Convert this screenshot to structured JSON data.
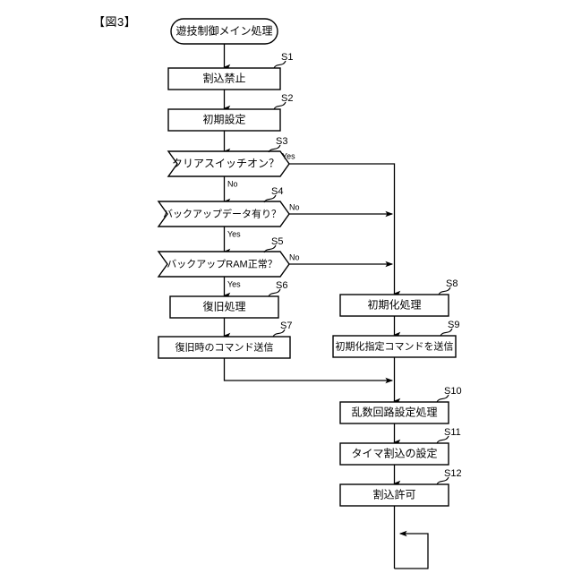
{
  "figure": {
    "label": "【図3】"
  },
  "flowchart": {
    "title": "遊技制御メイン処理",
    "terminal": {
      "text": "遊技制御メイン処理",
      "shape": "rounded-terminal"
    },
    "branch_labels": {
      "yes": "Yes",
      "no": "No"
    },
    "nodes": [
      {
        "id": "S1",
        "step": "S1",
        "text": "割込禁止",
        "shape": "process"
      },
      {
        "id": "S2",
        "step": "S2",
        "text": "初期設定",
        "shape": "process"
      },
      {
        "id": "S3",
        "step": "S3",
        "text": "クリアスイッチオン？",
        "shape": "decision"
      },
      {
        "id": "S4",
        "step": "S4",
        "text": "バックアップデータ有り？",
        "shape": "decision"
      },
      {
        "id": "S5",
        "step": "S5",
        "text": "バックアップRAM正常？",
        "shape": "decision"
      },
      {
        "id": "S6",
        "step": "S6",
        "text": "復旧処理",
        "shape": "process"
      },
      {
        "id": "S7",
        "step": "S7",
        "text": "復旧時のコマンド送信",
        "shape": "process"
      },
      {
        "id": "S8",
        "step": "S8",
        "text": "初期化処理",
        "shape": "process"
      },
      {
        "id": "S9",
        "step": "S9",
        "text": "初期化指定コマンドを送信",
        "shape": "process"
      },
      {
        "id": "S10",
        "step": "S10",
        "text": "乱数回路設定処理",
        "shape": "process"
      },
      {
        "id": "S11",
        "step": "S11",
        "text": "タイマ割込の設定",
        "shape": "process"
      },
      {
        "id": "S12",
        "step": "S12",
        "text": "割込許可",
        "shape": "process"
      }
    ],
    "edges": [
      {
        "from": "terminal",
        "to": "S1",
        "label": ""
      },
      {
        "from": "S1",
        "to": "S2",
        "label": ""
      },
      {
        "from": "S2",
        "to": "S3",
        "label": ""
      },
      {
        "from": "S3",
        "to": "S4",
        "label": "No"
      },
      {
        "from": "S3",
        "to": "S8",
        "label": "Yes"
      },
      {
        "from": "S4",
        "to": "S5",
        "label": "Yes"
      },
      {
        "from": "S4",
        "to": "S8",
        "label": "No"
      },
      {
        "from": "S5",
        "to": "S6",
        "label": "Yes"
      },
      {
        "from": "S5",
        "to": "S8",
        "label": "No"
      },
      {
        "from": "S6",
        "to": "S7",
        "label": ""
      },
      {
        "from": "S7",
        "to": "S10",
        "label": ""
      },
      {
        "from": "S8",
        "to": "S9",
        "label": ""
      },
      {
        "from": "S9",
        "to": "S10",
        "label": ""
      },
      {
        "from": "S10",
        "to": "S11",
        "label": ""
      },
      {
        "from": "S11",
        "to": "S12",
        "label": ""
      },
      {
        "from": "S12",
        "to": "loop",
        "label": ""
      }
    ]
  },
  "colors": {
    "background": "#ffffff",
    "stroke": "#000000",
    "text": "#000000"
  }
}
